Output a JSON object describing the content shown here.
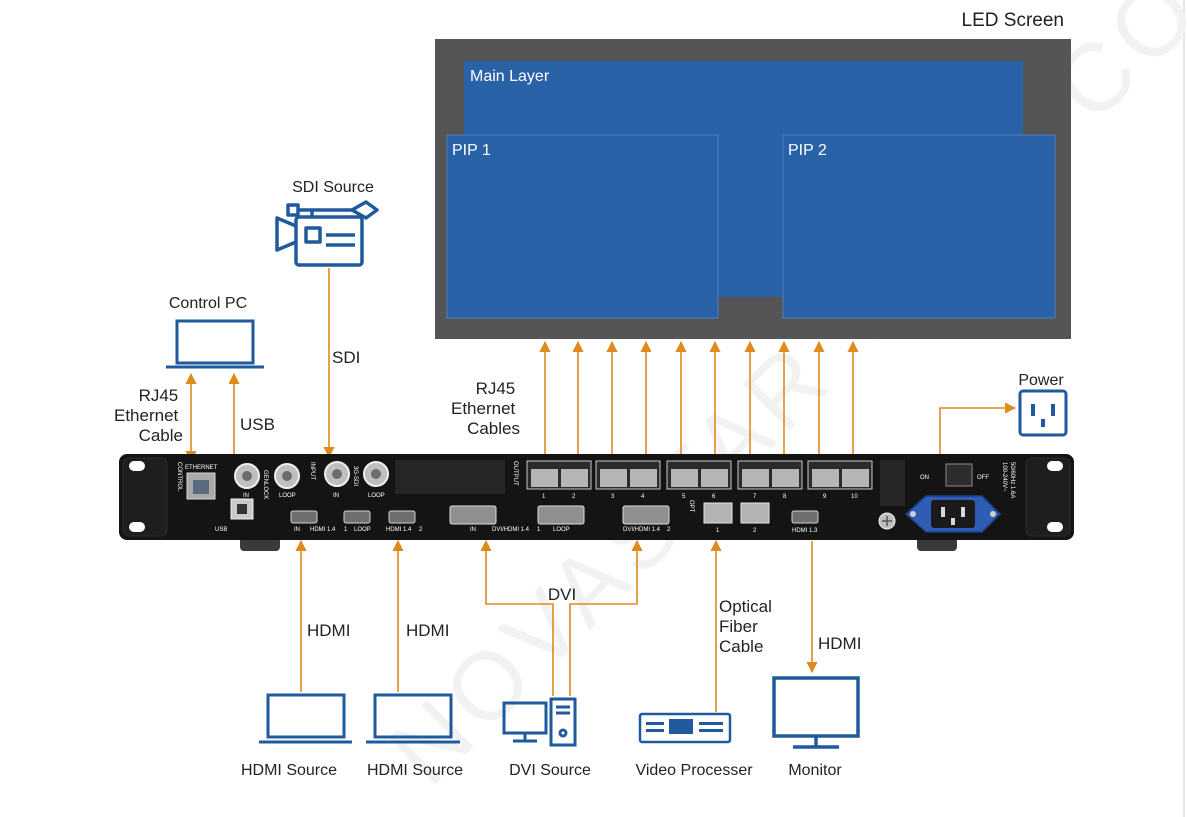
{
  "colors": {
    "accent": "#e08a1e",
    "screen_frame": "#555555",
    "layer_blue": "#2a62a8",
    "icon_blue": "#1f5a9e",
    "device_body": "#141414",
    "port_gray": "#8a8a8a"
  },
  "watermark": "NOVASTAR TECH CO., LTD.",
  "led_screen": {
    "title": "LED Screen",
    "main_layer": "Main Layer",
    "pip1": "PIP 1",
    "pip2": "PIP 2"
  },
  "labels": {
    "sdi_source": "SDI Source",
    "sdi": "SDI",
    "control_pc": "Control PC",
    "rj45_ethernet_cable": [
      "RJ45",
      "Ethernet",
      "Cable"
    ],
    "usb": "USB",
    "rj45_ethernet_cables": [
      "RJ45",
      "Ethernet",
      "Cables"
    ],
    "power": "Power",
    "hdmi_left": "HDMI",
    "hdmi_mid": "HDMI",
    "dvi": "DVI",
    "optical_fiber_cable": [
      "Optical",
      "Fiber",
      "Cable"
    ],
    "hdmi_right": "HDMI"
  },
  "bottom_labels": {
    "hdmi_source_1": "HDMI Source",
    "hdmi_source_2": "HDMI Source",
    "dvi_source": "DVI Source",
    "video_processer": "Video Processer",
    "monitor": "Monitor"
  },
  "panel": {
    "control": "CONTROL",
    "ethernet": "ETHERNET",
    "usb": "USB",
    "input": "INPUT",
    "genlock": "GENLOCK",
    "in": "IN",
    "loop": "LOOP",
    "sdi_3g": "3G-SDI",
    "output": "OUTPUT",
    "opt": "OPT",
    "hdmi14_in": "IN",
    "hdmi14_1": "HDMI 1.4",
    "hdmi14_1_num": "1",
    "hdmi14_loop": "LOOP",
    "hdmi14_2": "HDMI 1.4",
    "hdmi14_2_num": "2",
    "dvi_in": "IN",
    "dvi_1": "DVI/HDMI 1.4",
    "dvi_1_num": "1",
    "dvi_loop": "LOOP",
    "dvi_2": "DVI/HDMI 1.4",
    "dvi_2_num": "2",
    "opt_ports": [
      "1",
      "2"
    ],
    "hdmi13": "HDMI 1.3",
    "output_ports": [
      "1",
      "2",
      "3",
      "4",
      "5",
      "6",
      "7",
      "8",
      "9",
      "10"
    ],
    "on": "ON",
    "off": "OFF",
    "rating": "50/60Hz 1.6A",
    "voltage": "100-240V~"
  }
}
